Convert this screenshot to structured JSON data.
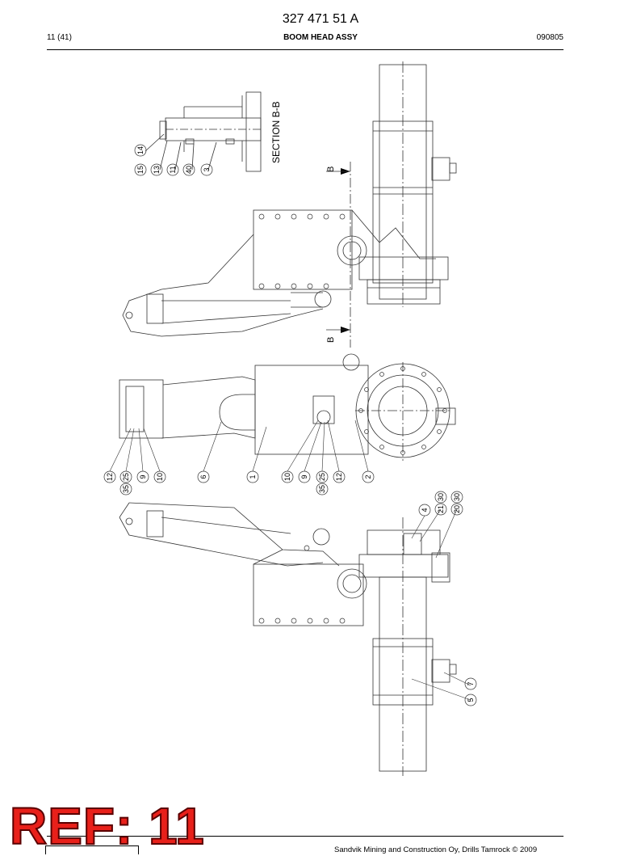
{
  "header": {
    "doc_number": "327 471 51 A",
    "page_ref": "11 (41)",
    "title": "BOOM HEAD ASSY",
    "date": "090805"
  },
  "drawing": {
    "section_label": "SECTION B-B",
    "section_markers": [
      "B",
      "B"
    ],
    "callouts_section": [
      "14",
      "15",
      "13",
      "11",
      "40",
      "3"
    ],
    "callouts_middle": [
      "12",
      "25",
      "35",
      "9",
      "10",
      "6",
      "1",
      "10",
      "9",
      "25",
      "35",
      "12",
      "2"
    ],
    "callouts_bottom": [
      "4",
      "21",
      "30",
      "20",
      "30",
      "7",
      "5"
    ]
  },
  "footer": {
    "ref_stamp": "REF: 11",
    "copyright": "Sandvik Mining and Construction Oy, Drills Tamrock © 2009"
  }
}
